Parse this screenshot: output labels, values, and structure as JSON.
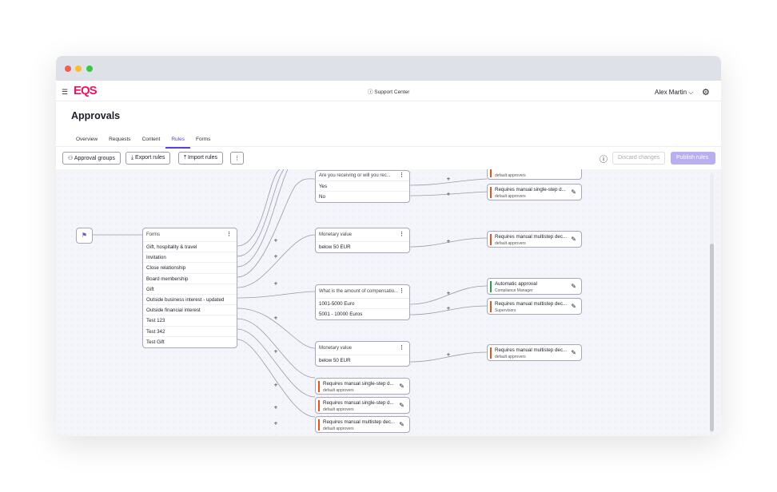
{
  "header": {
    "logo": "EQS",
    "support": "ⓘ Support Center",
    "user": "Alex Martin ⌵"
  },
  "page": {
    "title": "Approvals"
  },
  "tabs": [
    {
      "label": "Overview"
    },
    {
      "label": "Requests"
    },
    {
      "label": "Content"
    },
    {
      "label": "Rules",
      "active": true
    },
    {
      "label": "Forms"
    }
  ],
  "toolbar": {
    "approval_groups": "Approval groups",
    "export": "Export rules",
    "import": "Import rules",
    "more": "⋮",
    "discard": "Discard changes",
    "publish": "Publish rules"
  },
  "colors": {
    "accent": "#5b3fd8",
    "brand": "#e8175d",
    "manual": "#e0561b",
    "automatic": "#2ea043",
    "publish_bg": "#b9aef0"
  },
  "forms_node": {
    "header": "Forms",
    "items": [
      "Gift, hospitality & travel",
      "Invitation",
      "Close relationship",
      "Board membership",
      "Gift",
      "Outside business interest - updated",
      "Outside financial interest",
      "Test 123",
      "Test 342",
      "Test Gift"
    ]
  },
  "condition_nodes": [
    {
      "header": "Are you receiving or will you rec...",
      "items": [
        "Yes",
        "No"
      ]
    },
    {
      "header": "Monetary value",
      "items": [
        "below 50 EUR"
      ]
    },
    {
      "header": "What is the amount of compensatio...",
      "items": [
        "1001-5000 Euro",
        "5001 - 10000 Euros"
      ]
    },
    {
      "header": "Monetary value",
      "items": [
        "below 50 EUR"
      ]
    }
  ],
  "outcomes": [
    {
      "title": "Requires manual single-step d...",
      "sub": "default approvers",
      "type": "manual"
    },
    {
      "title": "Requires manual multistep dec...",
      "sub": "default approvers",
      "type": "manual"
    },
    {
      "title": "Automatic approval",
      "sub": "Compliance Manager",
      "type": "automatic"
    },
    {
      "title": "Requires manual multistep dec...",
      "sub": "Supervisors",
      "type": "manual"
    },
    {
      "title": "Requires manual multistep dec...",
      "sub": "default approvers",
      "type": "manual"
    },
    {
      "title": "Requires manual single-step d...",
      "sub": "default approvers",
      "type": "manual"
    },
    {
      "title": "Requires manual single-step d...",
      "sub": "default approvers",
      "type": "manual"
    },
    {
      "title": "Requires manual multistep dec...",
      "sub": "default approvers",
      "type": "manual"
    }
  ]
}
